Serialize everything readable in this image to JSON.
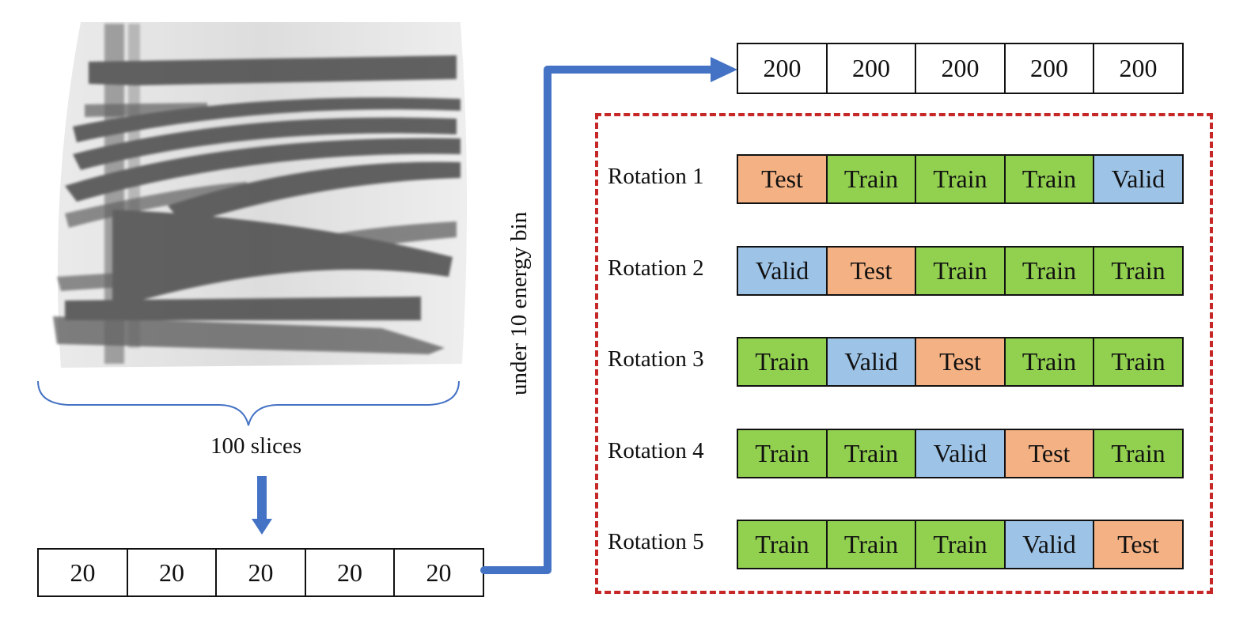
{
  "volume": {
    "description": "grayscale 3D rendering of fiber bundle volume",
    "brace_label": "100 slices"
  },
  "slice_split": {
    "cells": [
      "20",
      "20",
      "20",
      "20",
      "20"
    ]
  },
  "connector_label": "under 10 energy bin",
  "energy_split": {
    "cells": [
      "200",
      "200",
      "200",
      "200",
      "200"
    ]
  },
  "legend_colors": {
    "Test": "#f4b183",
    "Train": "#92d050",
    "Valid": "#9dc3e6"
  },
  "accent_colors": {
    "arrow": "#4472c4",
    "dashed_border": "#c62828"
  },
  "rotations": [
    {
      "label": "Rotation 1",
      "cells": [
        "Test",
        "Train",
        "Train",
        "Train",
        "Valid"
      ]
    },
    {
      "label": "Rotation 2",
      "cells": [
        "Valid",
        "Test",
        "Train",
        "Train",
        "Train"
      ]
    },
    {
      "label": "Rotation 3",
      "cells": [
        "Train",
        "Valid",
        "Test",
        "Train",
        "Train"
      ]
    },
    {
      "label": "Rotation 4",
      "cells": [
        "Train",
        "Train",
        "Valid",
        "Test",
        "Train"
      ]
    },
    {
      "label": "Rotation 5",
      "cells": [
        "Train",
        "Train",
        "Train",
        "Valid",
        "Test"
      ]
    }
  ]
}
